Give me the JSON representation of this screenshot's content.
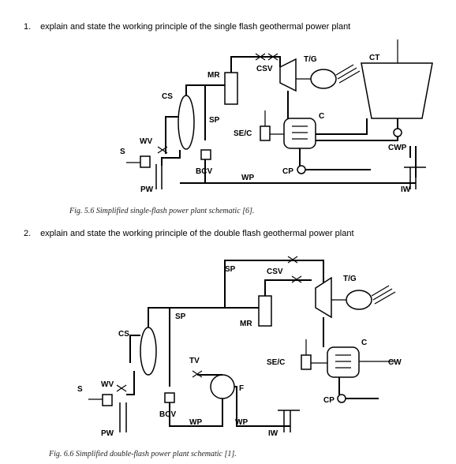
{
  "questions": [
    {
      "number": "1.",
      "text": "explain and state the working principle of the single flash geothermal power plant"
    },
    {
      "number": "2.",
      "text": "explain and state the working principle of the double flash geothermal power plant"
    }
  ],
  "figures": [
    {
      "caption": "Fig. 5.6  Simplified single-flash power plant schematic [6].",
      "labels": {
        "tg": "T/G",
        "ct": "CT",
        "mr": "MR",
        "csv": "CSV",
        "cs": "CS",
        "sp": "SP",
        "se_c": "SE/C",
        "c": "C",
        "wv": "WV",
        "s": "S",
        "bcv": "BCV",
        "cp": "CP",
        "wp": "WP",
        "cwp": "CWP",
        "pw": "PW",
        "iw": "IW"
      }
    },
    {
      "caption": "Fig. 6.6  Simplified double-flash power plant schematic [1].",
      "labels": {
        "sp1": "SP",
        "csv": "CSV",
        "tg": "T/G",
        "sp2": "SP",
        "mr": "MR",
        "cs": "CS",
        "tv": "TV",
        "se_c": "SE/C",
        "c": "C",
        "cw": "CW",
        "wv": "WV",
        "s": "S",
        "bcv": "BCV",
        "f": "F",
        "cp": "CP",
        "wp1": "WP",
        "wp2": "WP",
        "pw": "PW",
        "iw": "IW"
      }
    }
  ]
}
